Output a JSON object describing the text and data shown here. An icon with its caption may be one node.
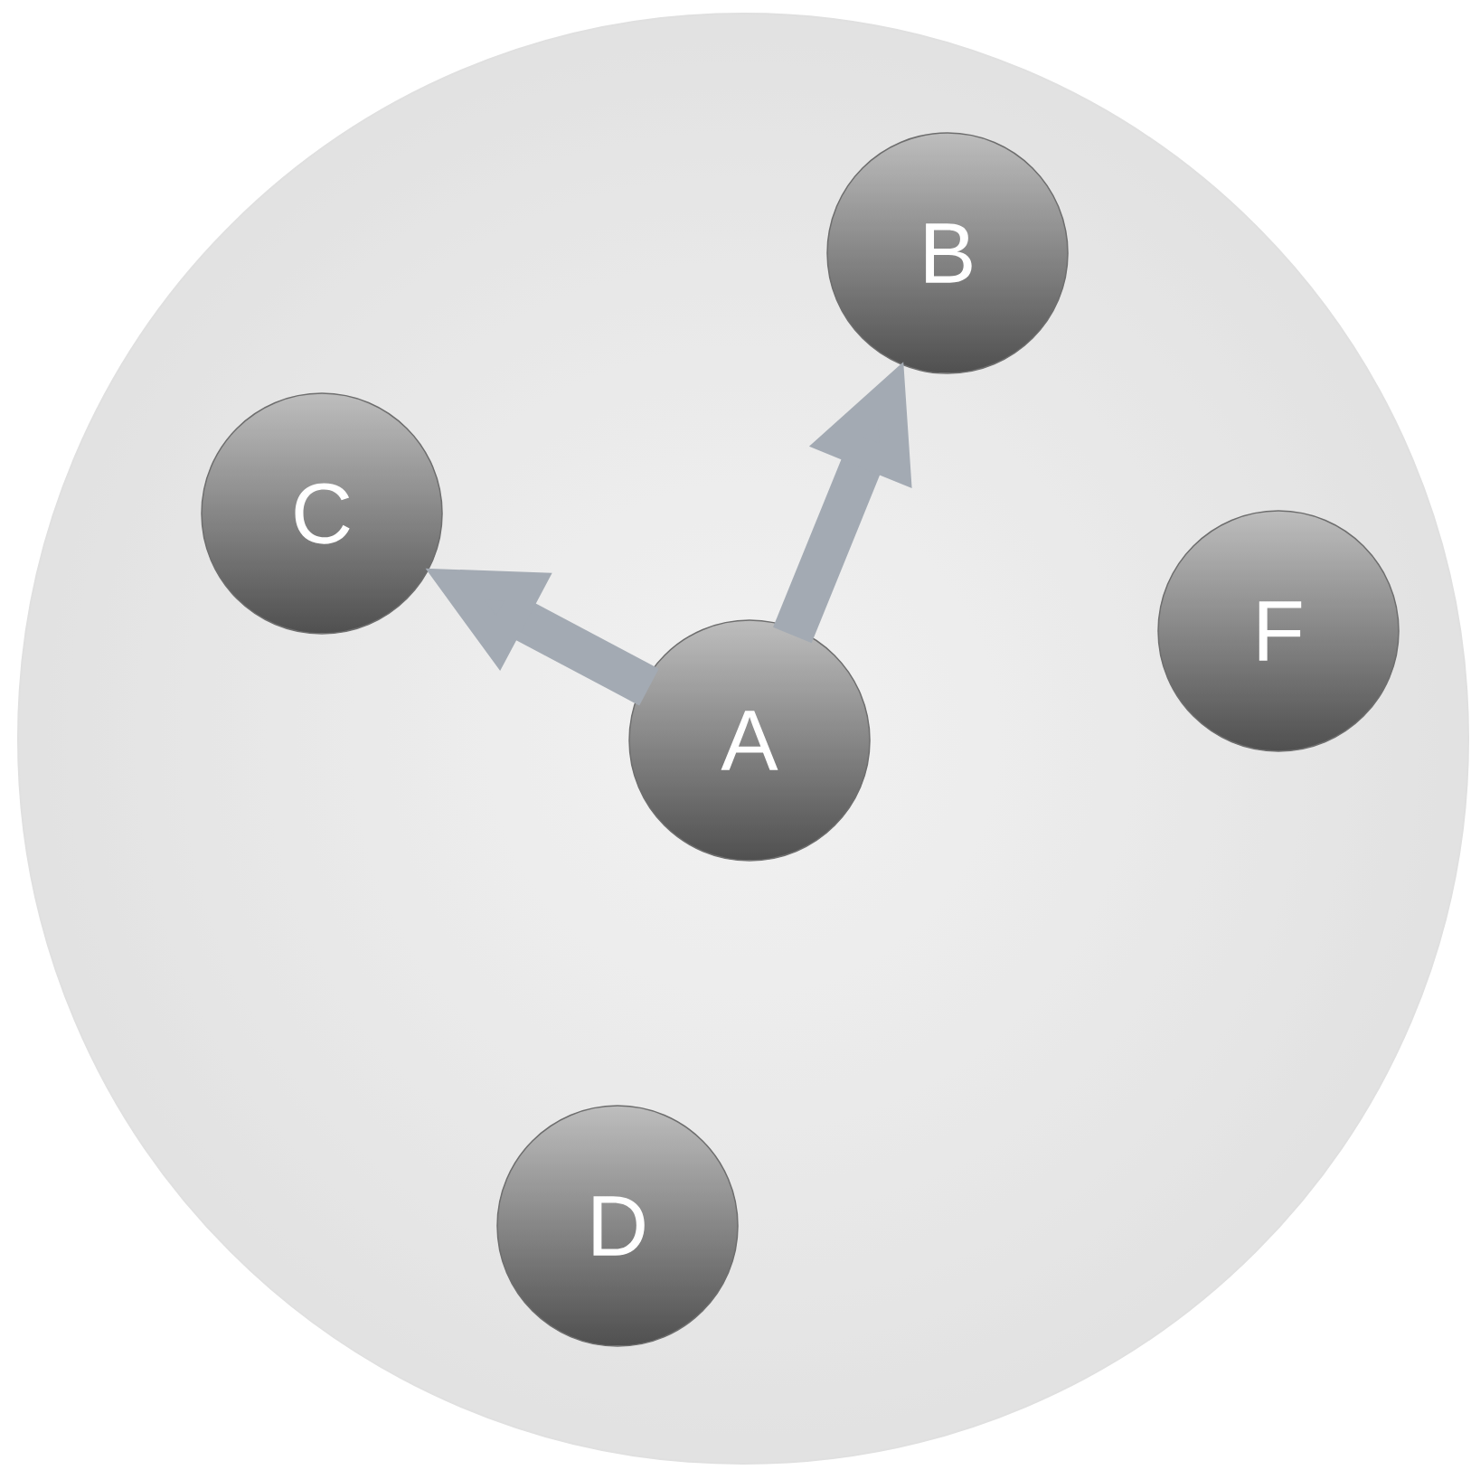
{
  "diagram": {
    "nodes": [
      {
        "text": [],
        "shape": "circle"
      },
      {
        "text": [
          "B"
        ],
        "in": 0
      },
      {
        "text": [
          "C"
        ],
        "in": 0
      },
      {
        "text": [
          "F"
        ],
        "in": 0
      },
      {
        "text": [
          "A"
        ],
        "in": 0
      },
      {
        "text": [
          "D"
        ],
        "in": 0
      }
    ],
    "edges": [
      {
        "from": 4,
        "to": 2,
        "arrow": "to"
      },
      {
        "from": 4,
        "to": 1,
        "arrow": "to"
      }
    ]
  }
}
